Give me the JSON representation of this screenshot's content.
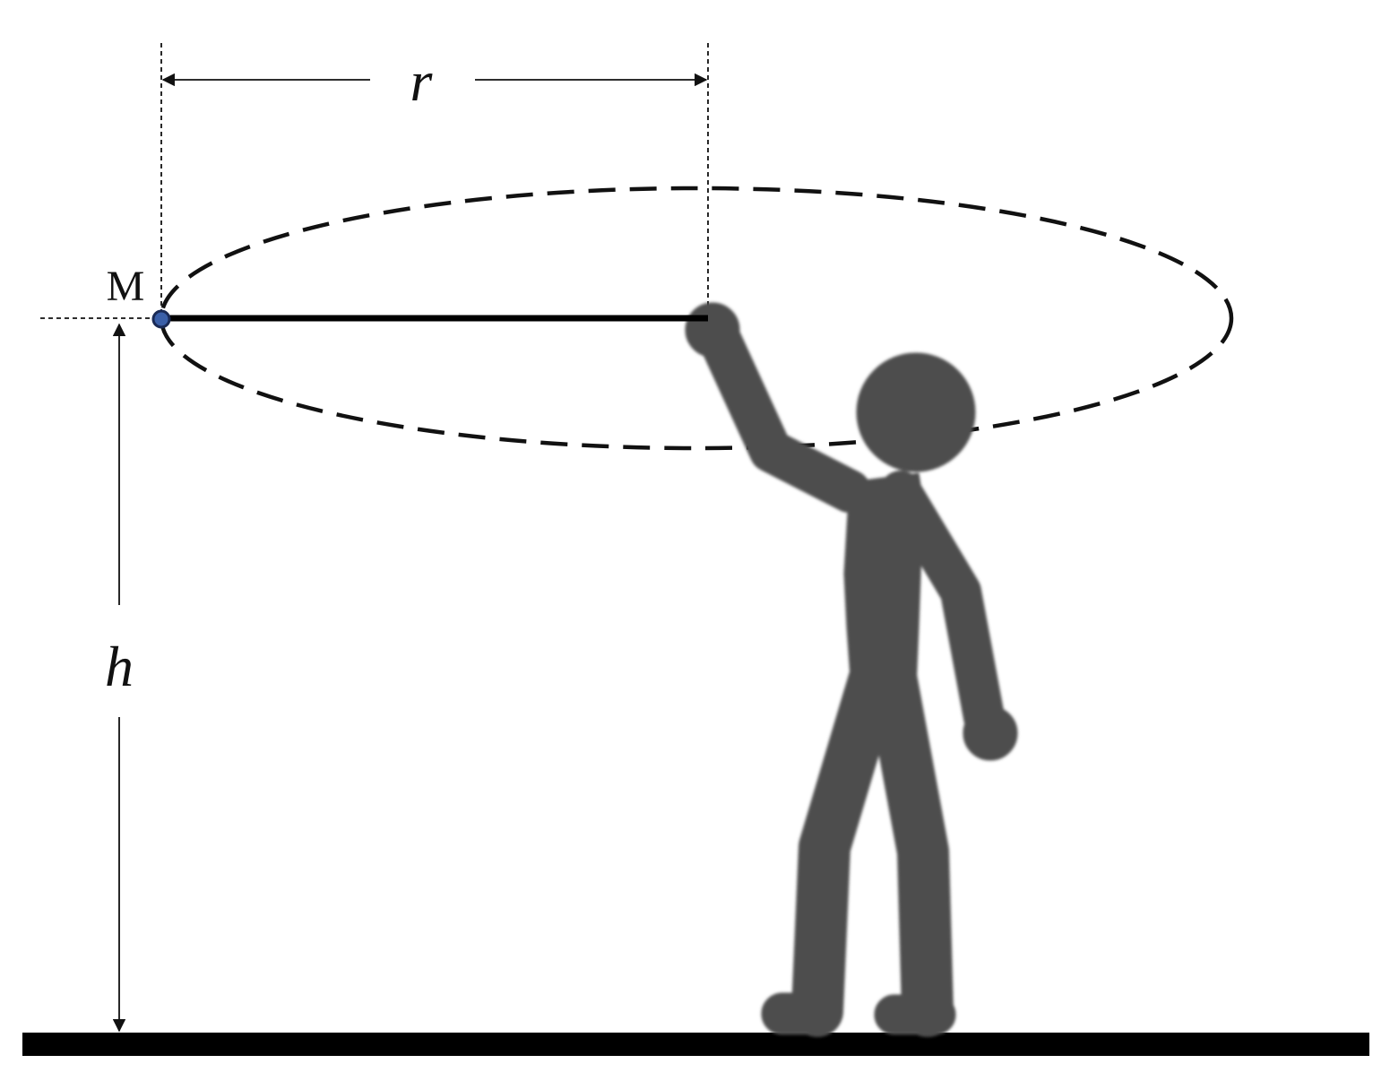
{
  "labels": {
    "radius": "r",
    "height": "h",
    "mass": "M"
  },
  "colors": {
    "line": "#111111",
    "person": "#4d4d4d",
    "mass_fill": "#3a5fa8",
    "mass_stroke": "#1a2a55",
    "ground": "#000000"
  }
}
